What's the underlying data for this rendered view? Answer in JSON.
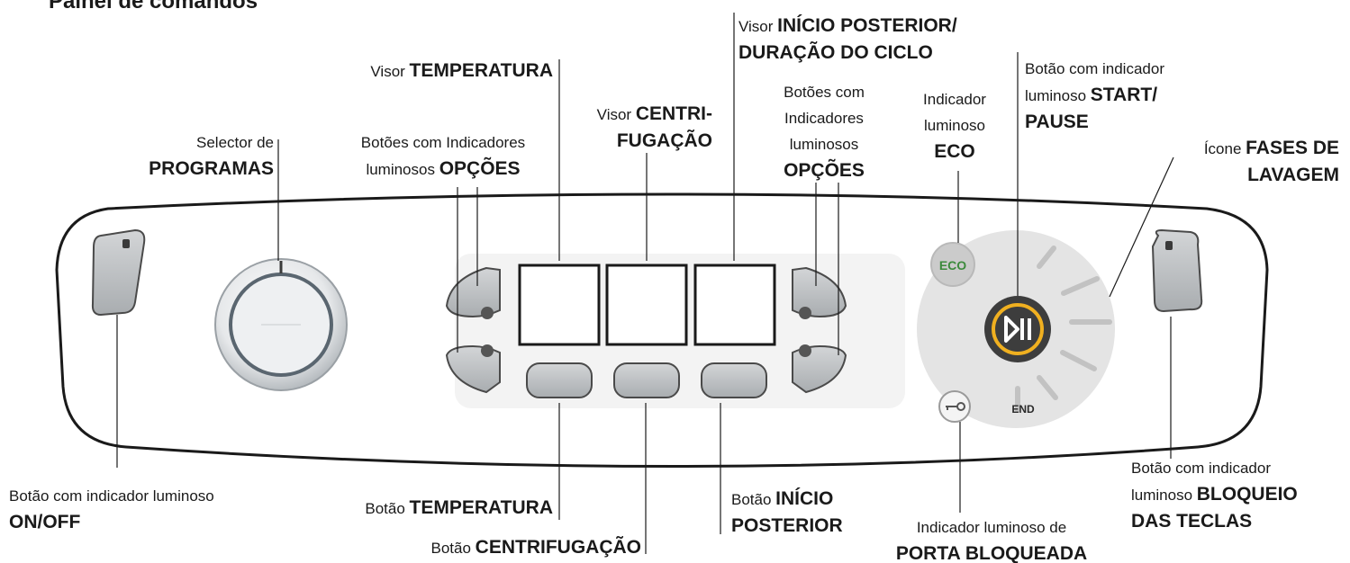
{
  "title": "Painel de comandos",
  "labels": {
    "temperatura_visor": {
      "pre": "Visor ",
      "bold": "TEMPERATURA"
    },
    "programas": {
      "l1": "Selector de",
      "l2": "PROGRAMAS"
    },
    "opcoes_left": {
      "l1": "Botões com Indicadores",
      "l2pre": "luminosos ",
      "l2bold": "OPÇÕES"
    },
    "centrifugacao_visor": {
      "pre": "Visor ",
      "bold1": "CENTRI-",
      "bold2": "FUGAÇÃO"
    },
    "inicio_visor": {
      "pre": "Visor ",
      "bold1": "INÍCIO POSTERIOR/",
      "bold2": "DURAÇÃO DO CICLO"
    },
    "opcoes_right": {
      "l1": "Botões com",
      "l2": "Indicadores",
      "l3": "luminosos",
      "l4": "OPÇÕES"
    },
    "eco": {
      "l1": "Indicador",
      "l2": "luminoso",
      "l3": "ECO"
    },
    "start": {
      "l1": "Botão com indicador",
      "l2pre": "luminoso",
      "l2bold": "START/",
      "l3": "PAUSE"
    },
    "fases": {
      "pre": "Ícone ",
      "bold1": "FASES DE",
      "bold2": "LAVAGEM"
    },
    "onoff": {
      "l1": "Botão com indicador luminoso",
      "l2": "ON/OFF"
    },
    "temp_btn": {
      "pre": "Botão ",
      "bold": "TEMPERATURA"
    },
    "centr_btn": {
      "pre": "Botão ",
      "bold": "CENTRIFUGAÇÃO"
    },
    "inicio_btn": {
      "pre": "Botão ",
      "bold1": "INÍCIO",
      "bold2": "POSTERIOR"
    },
    "porta": {
      "l1": "Indicador luminoso de",
      "l2": "PORTA BLOQUEADA"
    },
    "bloqueio": {
      "l1": "Botão com indicador",
      "l2pre": "luminoso ",
      "l2bold": "BLOQUEIO",
      "l3": "DAS TECLAS"
    }
  },
  "panel": {
    "eco_icon": "ECO",
    "end_label": "END",
    "play_pause_icon": "play-pause-icon",
    "key_icon": "key-icon"
  },
  "colors": {
    "accent_orange": "#f0b020",
    "eco_green": "#3c8a3c",
    "panel_gray": "#dddddd"
  }
}
